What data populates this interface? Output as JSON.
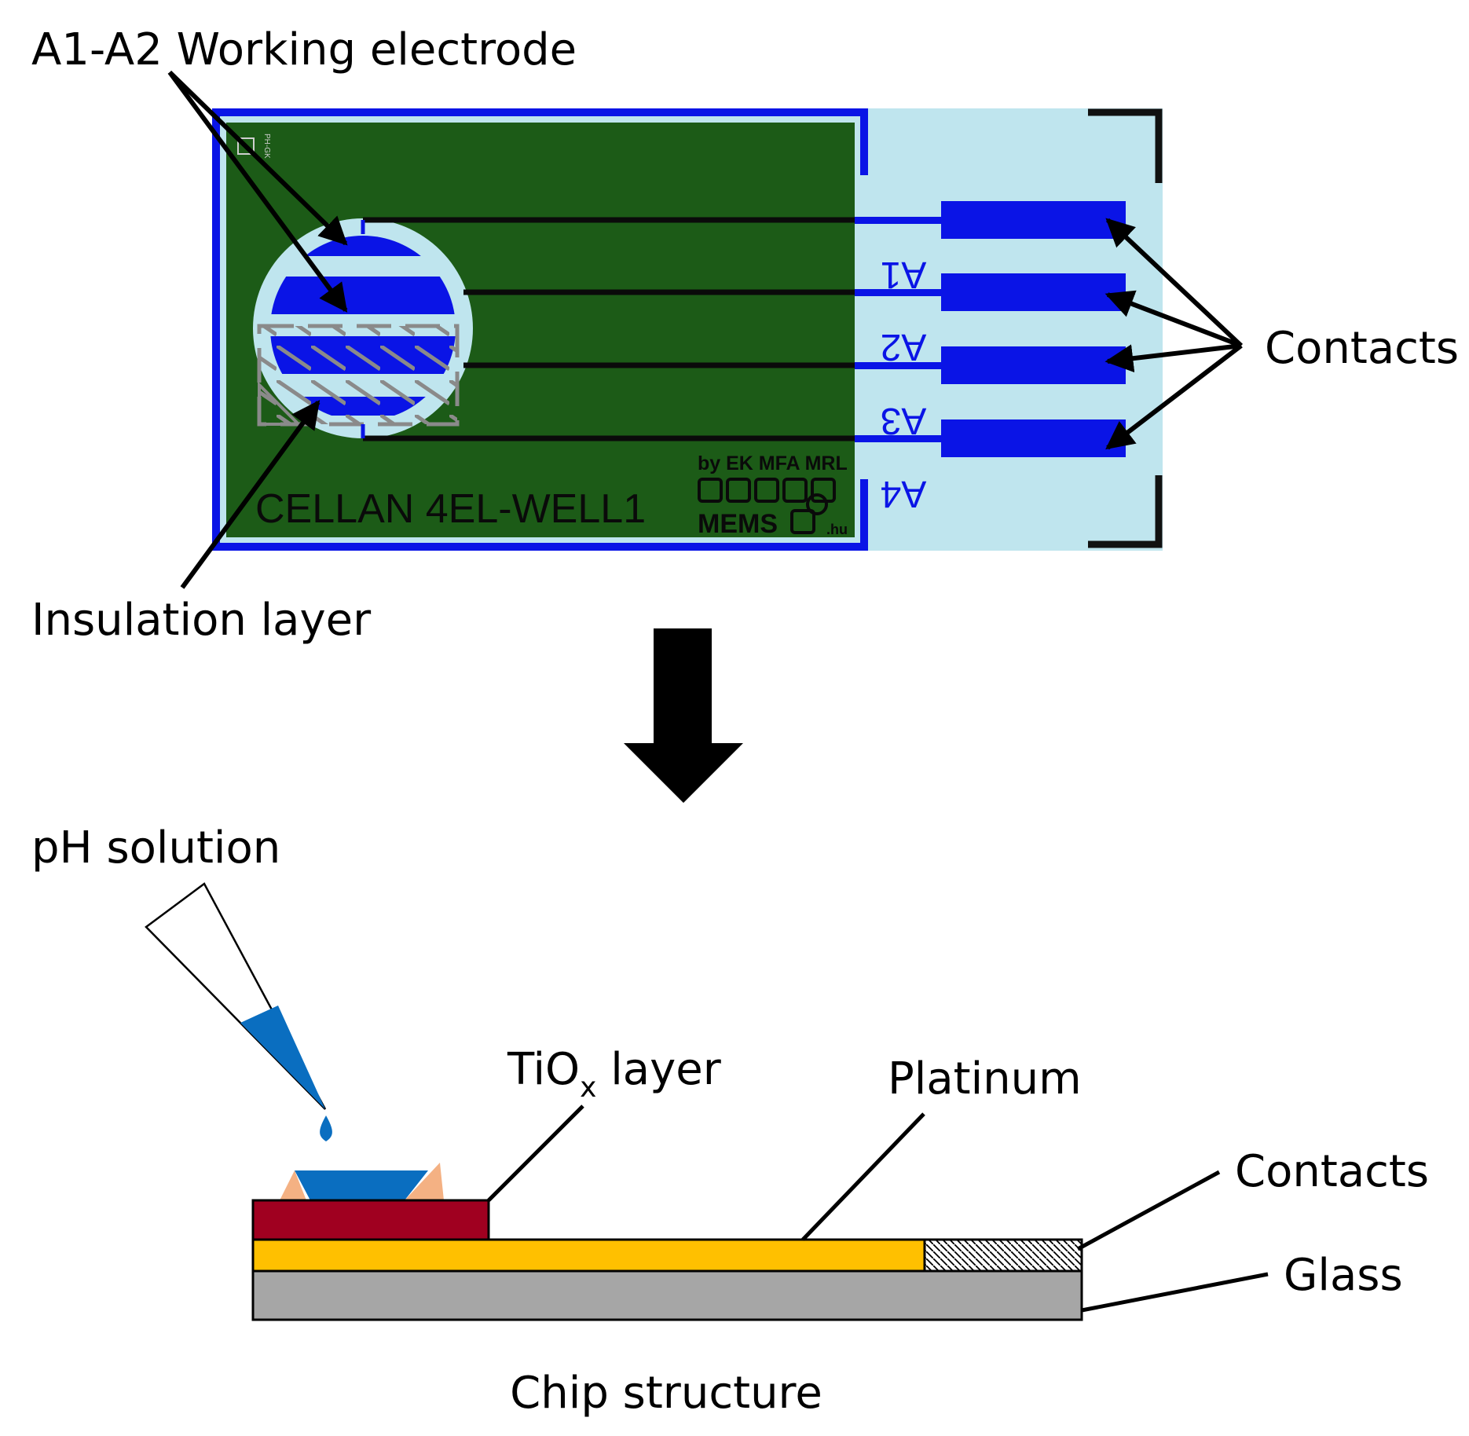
{
  "labels": {
    "working_electrode": "A1-A2 Working electrode",
    "contacts_top": "Contacts",
    "insulation_layer": "Insulation layer",
    "ph_solution": "pH solution",
    "tiox_main": "TiO",
    "tiox_sub": "x",
    "tiox_rest": " layer",
    "platinum": "Platinum",
    "contacts_bottom": "Contacts",
    "glass": "Glass",
    "chip_structure": "Chip structure"
  },
  "chip": {
    "name": "CELLAN 4EL-WELL1",
    "credit": "by EK MFA MRL",
    "logo_text": "MEMS",
    "logo_suffix": ".hu",
    "corner_mark": "PH-GK",
    "electrodes": [
      "A1",
      "A2",
      "A3",
      "A4"
    ]
  },
  "colors": {
    "board_green": "#1c5b17",
    "electrode_blue": "#0a14e6",
    "light_blue": "#bfe5ee",
    "tiox_red": "#a00020",
    "platinum_yellow": "#ffc000",
    "glass_gray": "#a6a6a6",
    "pipette_liquid": "#0a6ec0",
    "drop_side": "#f4b183"
  }
}
